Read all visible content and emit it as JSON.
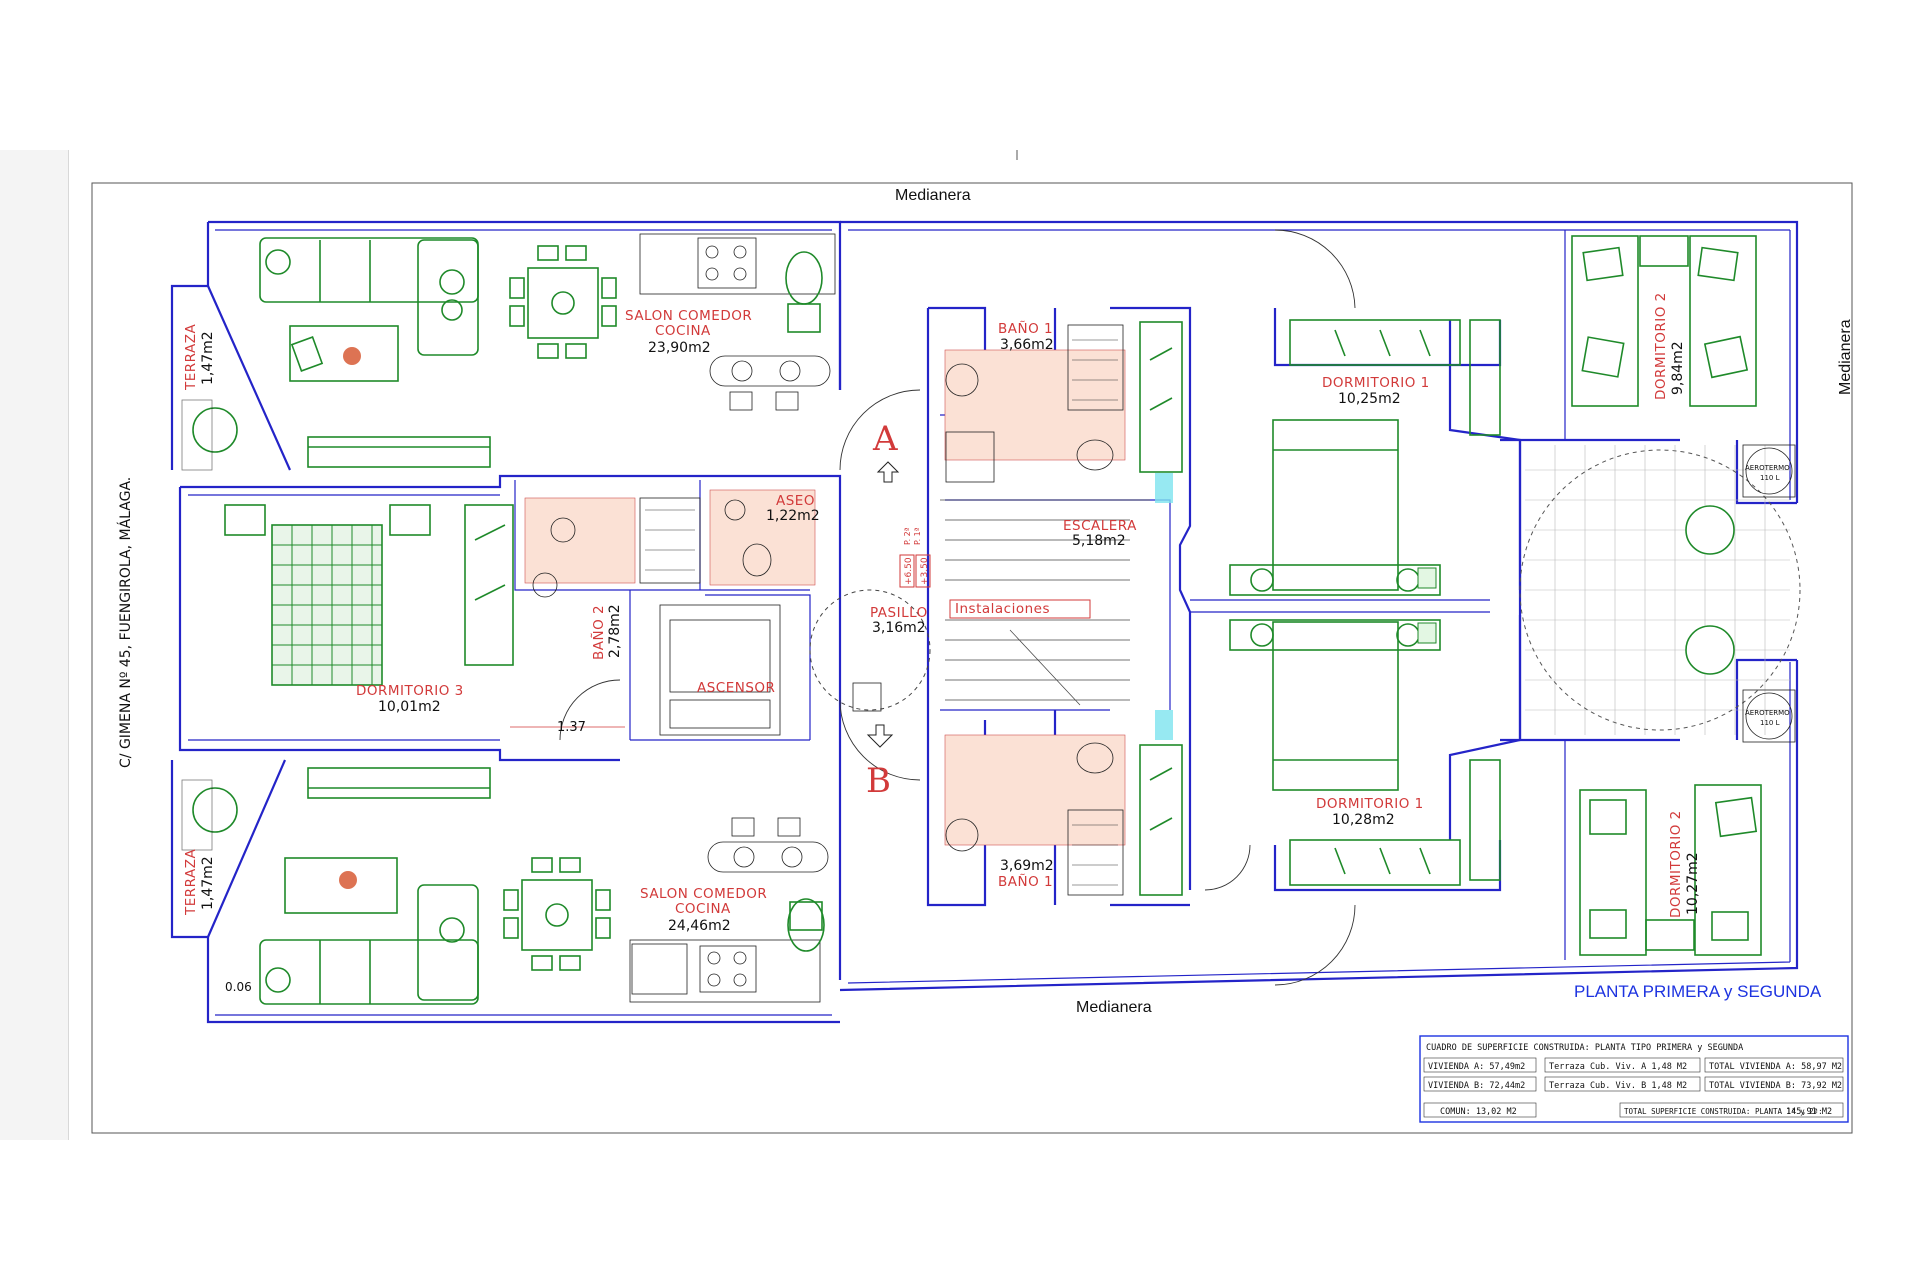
{
  "diagram": {
    "title": "PLANTA PRIMERA y SEGUNDA",
    "street": "C/ GIMENA Nº 45, FUENGIROLA, MÁLAGA.",
    "medianera_top": "Medianera",
    "medianera_bottom": "Medianera",
    "medianera_right": "Medianera",
    "rooms": {
      "salon_top_name": "SALON COMEDOR",
      "salon_top_sub": "COCINA",
      "salon_top_area": "23,90m2",
      "salon_bottom_name": "SALON COMEDOR",
      "salon_bottom_sub": "COCINA",
      "salon_bottom_area": "24,46m2",
      "terraza_top_name": "TERRAZA",
      "terraza_top_area": "1,47m2",
      "terraza_bottom_name": "TERRAZA",
      "terraza_bottom_area": "1,47m2",
      "dormitorio3_name": "DORMITORIO 3",
      "dormitorio3_area": "10,01m2",
      "bano2_name": "BAÑO 2",
      "bano2_area": "2,78m2",
      "aseo_name": "ASEO",
      "aseo_area": "1,22m2",
      "ascensor_name": "ASCENSOR",
      "pasillo_name": "PASILLO",
      "pasillo_area": "3,16m2",
      "escalera_name": "ESCALERA",
      "escalera_area": "5,18m2",
      "instalaciones": "Instalaciones",
      "bano1_top_name": "BAÑO 1",
      "bano1_top_area": "3,66m2",
      "bano1_bottom_name": "BAÑO 1",
      "bano1_bottom_area": "3,69m2",
      "dorm1_top_name": "DORMITORIO 1",
      "dorm1_top_area": "10,25m2",
      "dorm1_bottom_name": "DORMITORIO 1",
      "dorm1_bottom_area": "10,28m2",
      "dorm2_top_name": "DORMITORIO 2",
      "dorm2_top_area": "9,84m2",
      "dorm2_bottom_name": "DORMITORIO 2",
      "dorm2_bottom_area": "10,27m2",
      "aerotermo_label": "AEROTERMO",
      "aerotermo_cap": "110 L"
    },
    "markers": {
      "section_a": "A",
      "section_b": "B",
      "dim_137": "1.37",
      "dim_006": "0.06",
      "level_p1": "P. 1ª",
      "level_p2": "P. 2ª",
      "level_p1_value": "+3.50",
      "level_p2_value": "+6.50"
    },
    "legend_table": {
      "header": "CUADRO DE SUPERFICIE CONSTRUIDA: PLANTA TIPO PRIMERA y SEGUNDA",
      "vivienda_a": "VIVIENDA A: 57,49m2",
      "vivienda_b": "VIVIENDA B: 72,44m2",
      "terraza_a": "Terraza Cub. Viv. A 1,48 M2",
      "terraza_b": "Terraza Cub. Viv. B 1,48 M2",
      "total_a": "TOTAL VIVIENDA A: 58,97 M2",
      "total_b": "TOTAL VIVIENDA B: 73,92 M2",
      "comun": "COMUN: 13,02 M2",
      "total_label": "TOTAL SUPERFICIE CONSTRUIDA: PLANTA 1ª y 2ª:",
      "total_value": "145,91 M2"
    }
  }
}
